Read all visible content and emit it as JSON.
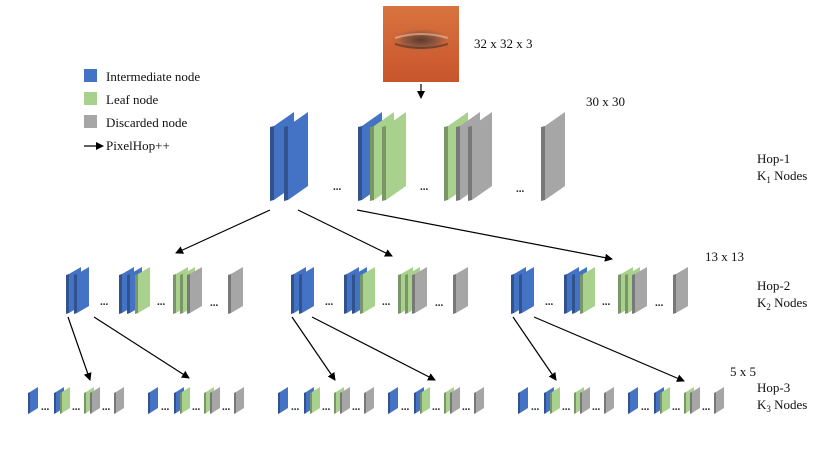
{
  "colors": {
    "intermediate": "#4472C4",
    "leaf": "#A9D18E",
    "discarded": "#A6A6A6"
  },
  "input": {
    "dims": "32 x 32 x 3",
    "image_icon": "face-crop-image"
  },
  "legend": {
    "intermediate": "Intermediate node",
    "leaf": "Leaf node",
    "discarded": "Discarded node",
    "pixelhop": "PixelHop++"
  },
  "hops": [
    {
      "dims": "30 x 30",
      "name": "Hop-1",
      "nodes_prefix": "K",
      "nodes_sub": "1",
      "nodes_suffix": " Nodes"
    },
    {
      "dims": "13 x 13",
      "name": "Hop-2",
      "nodes_prefix": "K",
      "nodes_sub": "2",
      "nodes_suffix": " Nodes"
    },
    {
      "dims": "5 x 5",
      "name": "Hop-3",
      "nodes_prefix": "K",
      "nodes_sub": "3",
      "nodes_suffix": " Nodes"
    }
  ],
  "ellipsis": "..."
}
